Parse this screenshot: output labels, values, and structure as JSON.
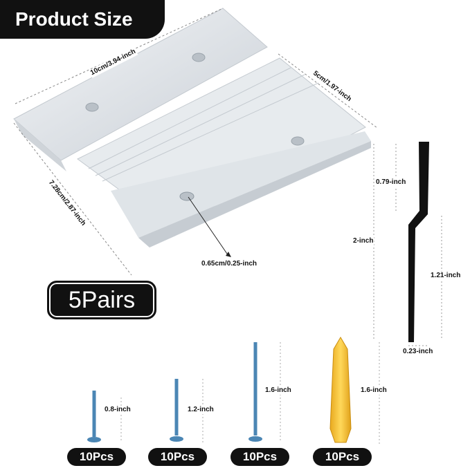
{
  "header": {
    "title": "Product Size"
  },
  "badge": {
    "pairs": "5Pairs"
  },
  "dimensions": {
    "length": "10cm/3.94-inch",
    "depth": "5cm/1.97-inch",
    "width": "7.28cm/2.87-inch",
    "hole": "0.65cm/0.25-inch",
    "profile_top": "0.79-inch",
    "profile_total": "2-inch",
    "profile_bottom": "1.21-inch",
    "profile_thickness": "0.23-inch"
  },
  "hardware": [
    {
      "name": "screw-small",
      "length": "0.8-inch",
      "count": "10Pcs"
    },
    {
      "name": "screw-medium",
      "length": "1.2-inch",
      "count": "10Pcs"
    },
    {
      "name": "screw-long",
      "length": "1.6-inch",
      "count": "10Pcs"
    },
    {
      "name": "wall-anchor",
      "length": "1.6-inch",
      "count": "10Pcs"
    }
  ],
  "colors": {
    "banner": "#111111",
    "aluminum": "#d9dee3",
    "anchor": "#f2c23b",
    "screw": "#4b86b4"
  }
}
